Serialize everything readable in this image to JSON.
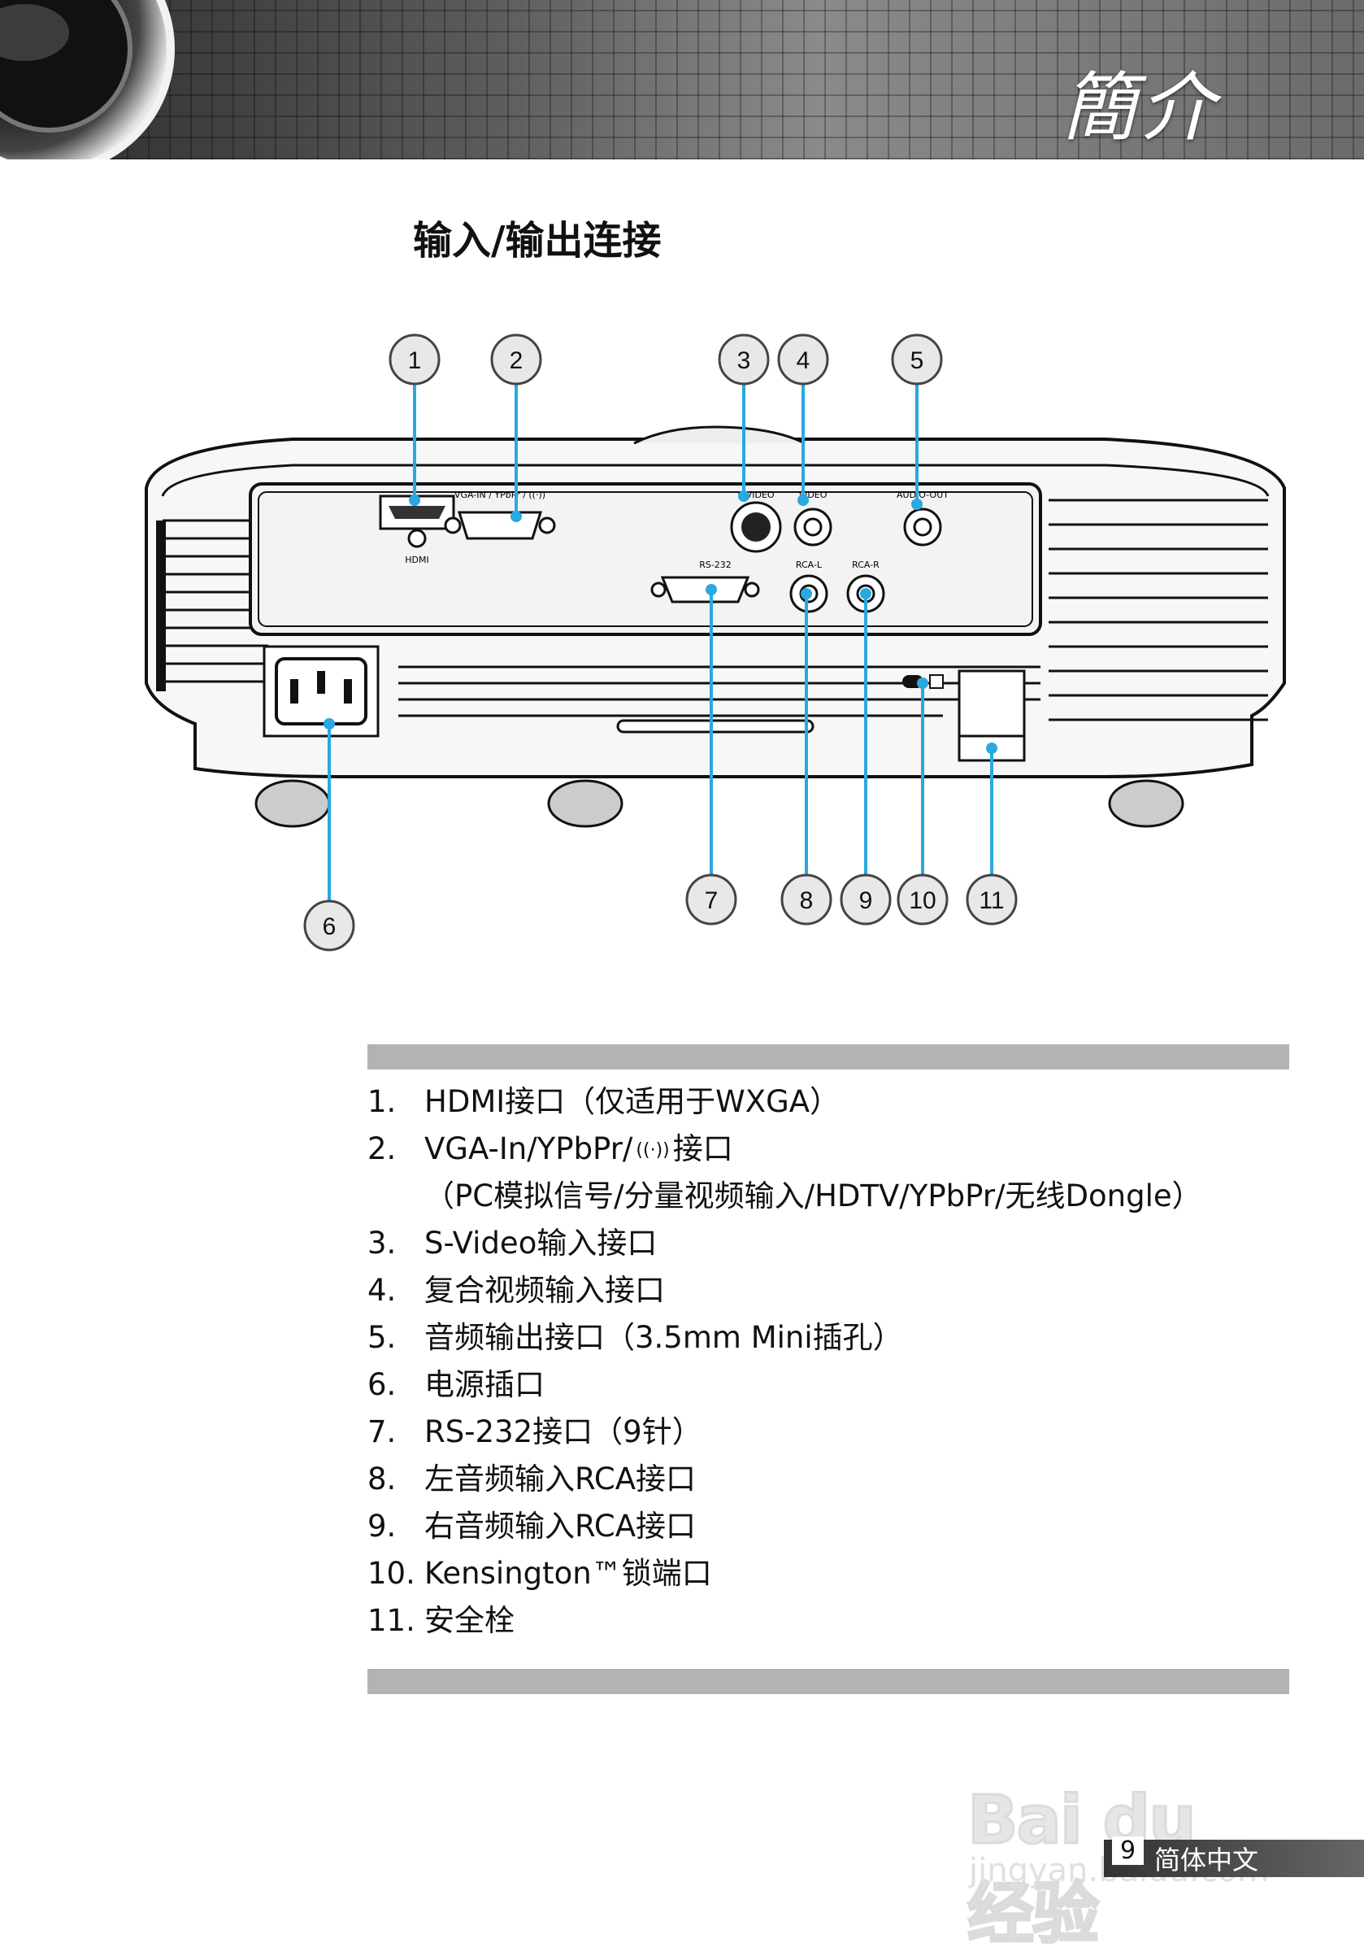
{
  "header": {
    "title": "簡介"
  },
  "section": {
    "heading": "输入/输出连接"
  },
  "diagram": {
    "port_labels": {
      "hdmi": "HDMI",
      "vga": "VGA-IN / YPbPr / ((·))",
      "svideo": "S-VIDEO",
      "video": "VIDEO",
      "audio_out": "AUDIO-OUT",
      "rs232": "RS-232",
      "rca_l": "RCA-L",
      "rca_r": "RCA-R"
    },
    "callouts": [
      "1",
      "2",
      "3",
      "4",
      "5",
      "6",
      "7",
      "8",
      "9",
      "10",
      "11"
    ]
  },
  "list": {
    "items": [
      {
        "num": "1.",
        "text": "HDMI接口（仅适用于WXGA）"
      },
      {
        "num": "2.",
        "text_before": "VGA-In/YPbPr/",
        "icon": "((·))",
        "text_after": "接口"
      },
      {
        "num": "",
        "text": "（PC模拟信号/分量视频输入/HDTV/YPbPr/无线Dongle）"
      },
      {
        "num": "3.",
        "text": "S-Video输入接口"
      },
      {
        "num": "4.",
        "text": "复合视频输入接口"
      },
      {
        "num": "5.",
        "text": "音频输出接口（3.5mm Mini插孔）"
      },
      {
        "num": "6.",
        "text": "电源插口"
      },
      {
        "num": "7.",
        "text": "RS-232接口（9针）"
      },
      {
        "num": "8.",
        "text": "左音频输入RCA接口"
      },
      {
        "num": "9.",
        "text": "右音频输入RCA接口"
      },
      {
        "num": "10.",
        "text": "Kensington™锁端口"
      },
      {
        "num": "11.",
        "text": "安全栓"
      }
    ]
  },
  "watermark": {
    "brand": "Bai du 经验",
    "url": "jingyan.baidu.com"
  },
  "footer": {
    "page": "9",
    "language": "简体中文"
  }
}
